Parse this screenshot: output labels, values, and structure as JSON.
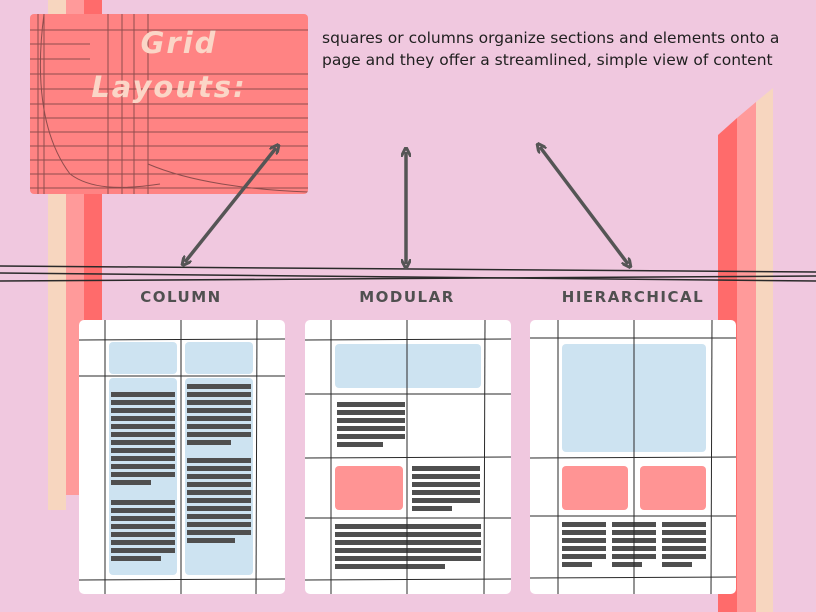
{
  "title": {
    "line1": "Grid",
    "line2": "Layouts:"
  },
  "description": "squares or columns organize sections and elements onto a page and they offer a streamlined, simple view of content",
  "layouts": [
    {
      "label": "COLUMN"
    },
    {
      "label": "MODULAR"
    },
    {
      "label": "HIERARCHICAL"
    }
  ],
  "colors": {
    "background": "#f0c8df",
    "coral": "#ff8383",
    "red": "#ff6b6b",
    "peach": "#f7d6bf",
    "light_blue": "#cde3f1",
    "text_bars": "#4f4f4f",
    "arrow": "#555555"
  }
}
